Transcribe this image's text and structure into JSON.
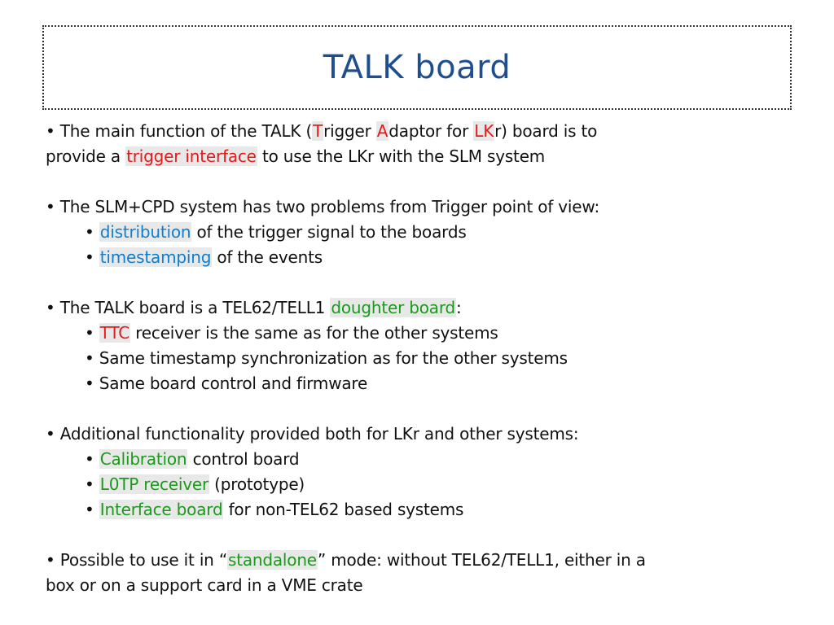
{
  "slide": {
    "title": "TALK board",
    "colors": {
      "title": "#1f4e8f",
      "red_highlight": "#e31b1b",
      "blue_highlight": "#0e7fd0",
      "green_highlight": "#1a9a1a"
    },
    "para1": {
      "bullet": "•",
      "t1": "The main function of the TALK (",
      "hT": "T",
      "t2": "rigger ",
      "hA": "A",
      "t3": "daptor for ",
      "hLK": "LK",
      "t4": "r) board is to",
      "t5": "provide a ",
      "hTrigger": "trigger interface",
      "t6": " to use the LKr with the SLM system"
    },
    "para2": {
      "bullet": "•",
      "text": "The SLM+CPD system has two problems from Trigger point of view:",
      "sub1_hl": "distribution",
      "sub1_text": " of the trigger signal to the boards",
      "sub2_hl": "timestamping",
      "sub2_text": " of the events"
    },
    "para3": {
      "bullet": "•",
      "t1": "The TALK board is a TEL62/TELL1 ",
      "hl": "doughter board",
      "t2": ":",
      "sub1_hl": "TTC",
      "sub1_text": " receiver is the same as for the other systems",
      "sub2_text": "Same timestamp synchronization as for the other systems",
      "sub3_text": "Same board control and firmware"
    },
    "para4": {
      "bullet": "•",
      "text": "Additional functionality provided both for LKr and other systems:",
      "sub1_hl": "Calibration",
      "sub1_text": " control board",
      "sub2_hl": "L0TP receiver",
      "sub2_text": " (prototype)",
      "sub3_hl": "Interface board",
      "sub3_text": " for non-TEL62 based systems"
    },
    "para5": {
      "bullet": "•",
      "t1": "Possible to use it in “",
      "hl": "standalone",
      "t2": "” mode: without TEL62/TELL1, either in a",
      "t3": "box or on a support card in a VME crate"
    }
  }
}
